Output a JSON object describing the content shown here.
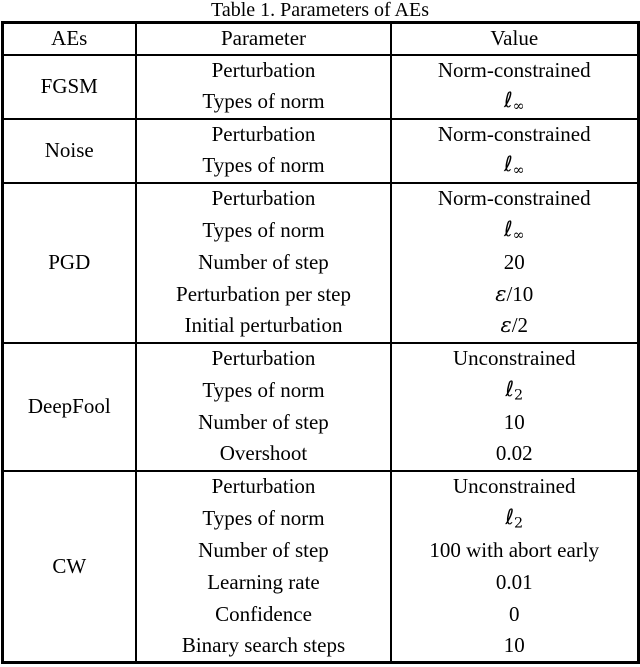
{
  "title": "Table 1. Parameters of AEs",
  "table": {
    "columns": [
      "AEs",
      "Parameter",
      "Value"
    ],
    "groups": [
      {
        "name": "FGSM",
        "rows": [
          {
            "parameter": "Perturbation",
            "value": "Norm-constrained"
          },
          {
            "parameter": "Types of norm",
            "value_base": "ℓ",
            "value_sub": "∞"
          }
        ]
      },
      {
        "name": "Noise",
        "rows": [
          {
            "parameter": "Perturbation",
            "value": "Norm-constrained"
          },
          {
            "parameter": "Types of norm",
            "value_base": "ℓ",
            "value_sub": "∞"
          }
        ]
      },
      {
        "name": "PGD",
        "rows": [
          {
            "parameter": "Perturbation",
            "value": "Norm-constrained"
          },
          {
            "parameter": "Types of norm",
            "value_base": "ℓ",
            "value_sub": "∞"
          },
          {
            "parameter": "Number of step",
            "value": "20"
          },
          {
            "parameter": "Perturbation per step",
            "value_base": "ε",
            "value_suffix": "/10"
          },
          {
            "parameter": "Initial perturbation",
            "value_base": "ε",
            "value_suffix": "/2"
          }
        ]
      },
      {
        "name": "DeepFool",
        "rows": [
          {
            "parameter": "Perturbation",
            "value": "Unconstrained"
          },
          {
            "parameter": "Types of norm",
            "value_base": "ℓ",
            "value_sub": "2"
          },
          {
            "parameter": "Number of step",
            "value": "10"
          },
          {
            "parameter": "Overshoot",
            "value": "0.02"
          }
        ]
      },
      {
        "name": "CW",
        "rows": [
          {
            "parameter": "Perturbation",
            "value": "Unconstrained"
          },
          {
            "parameter": "Types of norm",
            "value_base": "ℓ",
            "value_sub": "2"
          },
          {
            "parameter": "Number of step",
            "value": "100 with abort early"
          },
          {
            "parameter": "Learning rate",
            "value": "0.01"
          },
          {
            "parameter": "Confidence",
            "value": "0"
          },
          {
            "parameter": "Binary search steps",
            "value": "10"
          }
        ]
      }
    ]
  }
}
